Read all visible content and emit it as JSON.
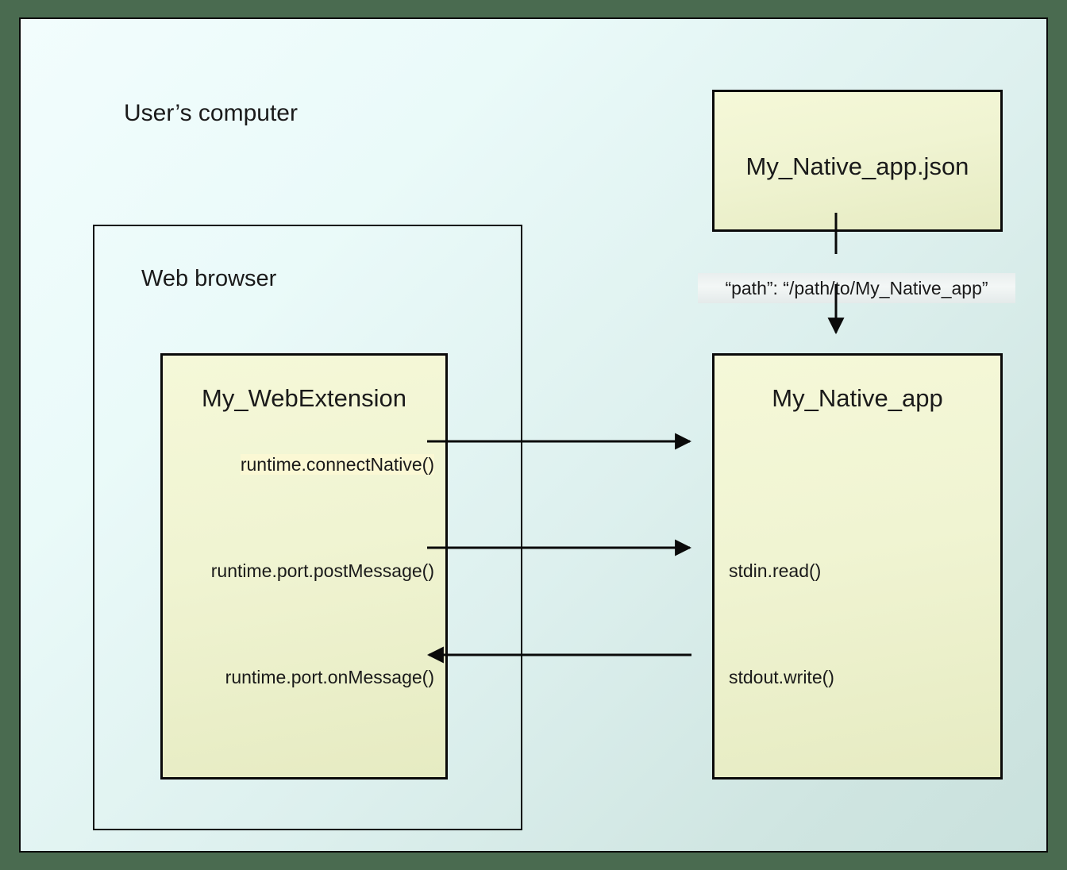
{
  "diagram": {
    "title_user_computer": "User’s computer",
    "title_web_browser": "Web browser",
    "colors": {
      "frame": "#4a6b50",
      "canvas_start": "#f2fdfd",
      "canvas_end": "#c9e1dd",
      "box_fill_start": "#f5f8d8",
      "box_fill_end": "#e6ebc2",
      "stroke": "#0a0a0a",
      "pill_fill": "#eef2f2",
      "highlight": "#fbf8d4"
    },
    "boxes": {
      "json_manifest": {
        "title": "My_Native_app.json"
      },
      "web_extension": {
        "title": "My_WebExtension",
        "calls": [
          "runtime.connectNative()",
          "runtime.port.postMessage()",
          "runtime.port.onMessage()"
        ]
      },
      "native_app": {
        "title": "My_Native_app",
        "calls": [
          "stdin.read()",
          "stdout.write()"
        ]
      }
    },
    "annotations": {
      "path_entry": "“path”: “/path/to/My_Native_app”"
    },
    "connectors": [
      {
        "name": "manifest-to-native-app",
        "direction": "down",
        "label": "“path”: “/path/to/My_Native_app”"
      },
      {
        "name": "connect-native",
        "direction": "right",
        "from": "runtime.connectNative()",
        "to": "My_Native_app"
      },
      {
        "name": "post-message",
        "direction": "right",
        "from": "runtime.port.postMessage()",
        "to": "stdin.read()"
      },
      {
        "name": "on-message",
        "direction": "left",
        "from": "stdout.write()",
        "to": "runtime.port.onMessage()"
      }
    ]
  }
}
